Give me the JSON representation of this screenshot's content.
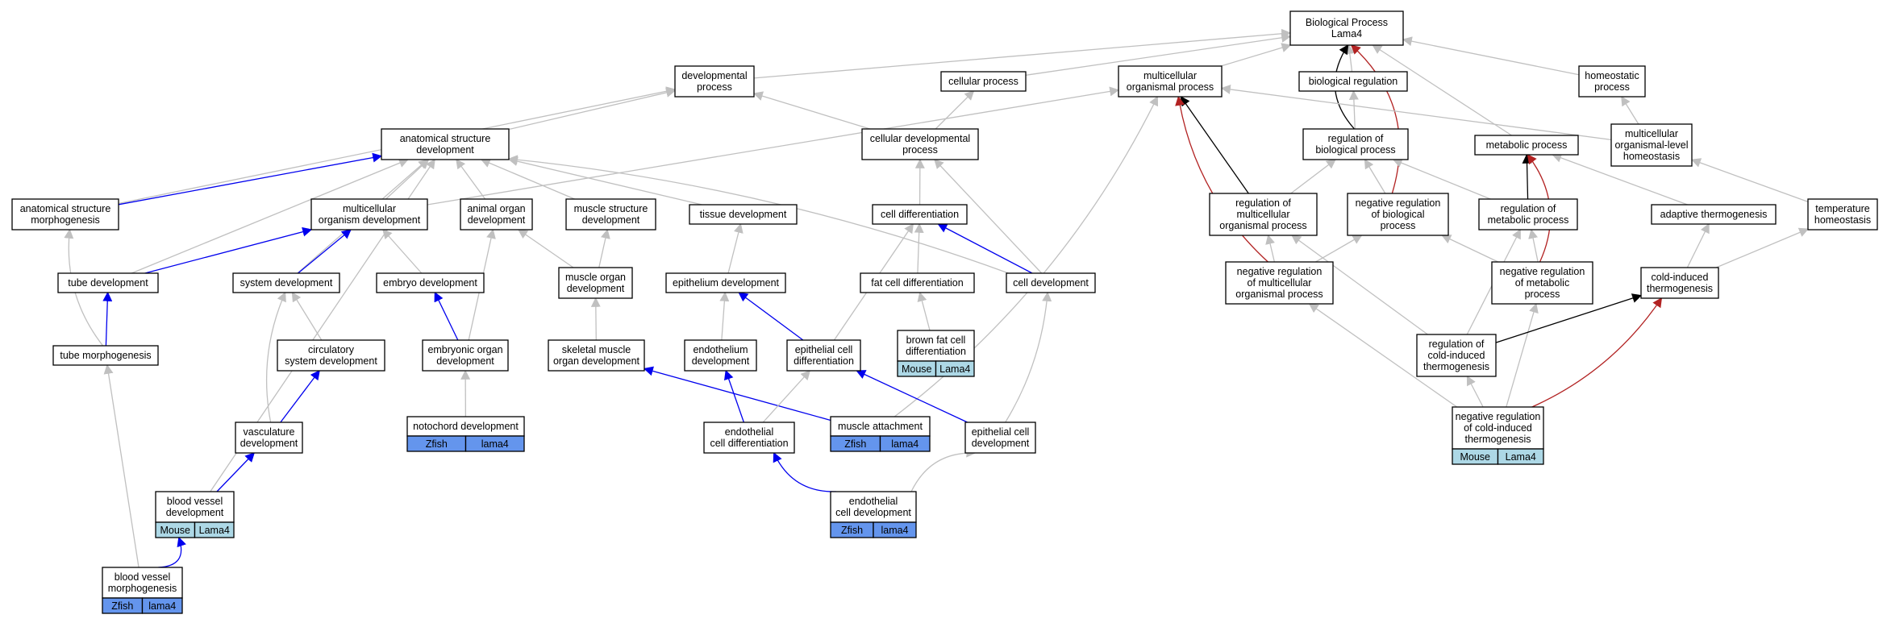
{
  "colors": {
    "is_a": "#c0c0c0",
    "part_of": "#0000ee",
    "regulates": "#000000",
    "negatively_regulates": "#b22222",
    "tag_mouse": "#add8e6",
    "tag_zfish": "#6495ed"
  },
  "nodes": [
    {
      "id": "bp",
      "lines": [
        "Biological Process",
        "Lama4"
      ]
    },
    {
      "id": "dev",
      "lines": [
        "developmental",
        "process"
      ]
    },
    {
      "id": "cellproc",
      "lines": [
        "cellular process"
      ]
    },
    {
      "id": "multi",
      "lines": [
        "multicellular",
        "organismal process"
      ]
    },
    {
      "id": "bioreg",
      "lines": [
        "biological regulation"
      ]
    },
    {
      "id": "homeo",
      "lines": [
        "homeostatic",
        "process"
      ]
    },
    {
      "id": "asd",
      "lines": [
        "anatomical structure",
        "development"
      ]
    },
    {
      "id": "cdp",
      "lines": [
        "cellular developmental",
        "process"
      ]
    },
    {
      "id": "regbio",
      "lines": [
        "regulation of",
        "biological process"
      ]
    },
    {
      "id": "metab",
      "lines": [
        "metabolic process"
      ]
    },
    {
      "id": "mlh",
      "lines": [
        "multicellular",
        "organismal-level",
        "homeostasis"
      ]
    },
    {
      "id": "asm",
      "lines": [
        "anatomical structure",
        "morphogenesis"
      ]
    },
    {
      "id": "mod",
      "lines": [
        "multicellular",
        "organism development"
      ]
    },
    {
      "id": "aod",
      "lines": [
        "animal organ",
        "development"
      ]
    },
    {
      "id": "msd",
      "lines": [
        "muscle structure",
        "development"
      ]
    },
    {
      "id": "tissue",
      "lines": [
        "tissue development"
      ]
    },
    {
      "id": "celldiff",
      "lines": [
        "cell differentiation"
      ]
    },
    {
      "id": "regmulti",
      "lines": [
        "regulation of",
        "multicellular",
        "organismal process"
      ]
    },
    {
      "id": "negregbio",
      "lines": [
        "negative regulation",
        "of biological",
        "process"
      ]
    },
    {
      "id": "regmetab",
      "lines": [
        "regulation of",
        "metabolic process"
      ]
    },
    {
      "id": "adapt",
      "lines": [
        "adaptive thermogenesis"
      ]
    },
    {
      "id": "temphomeo",
      "lines": [
        "temperature",
        "homeostasis"
      ]
    },
    {
      "id": "tubedev",
      "lines": [
        "tube development"
      ]
    },
    {
      "id": "sysdev",
      "lines": [
        "system development"
      ]
    },
    {
      "id": "embryo",
      "lines": [
        "embryo development"
      ]
    },
    {
      "id": "musorg",
      "lines": [
        "muscle organ",
        "development"
      ]
    },
    {
      "id": "epidev",
      "lines": [
        "epithelium development"
      ]
    },
    {
      "id": "fatdiff",
      "lines": [
        "fat cell differentiation"
      ]
    },
    {
      "id": "celldev",
      "lines": [
        "cell development"
      ]
    },
    {
      "id": "negregmulti",
      "lines": [
        "negative regulation",
        "of multicellular",
        "organismal process"
      ]
    },
    {
      "id": "negregmetab",
      "lines": [
        "negative regulation",
        "of metabolic",
        "process"
      ]
    },
    {
      "id": "coldthermo",
      "lines": [
        "cold-induced",
        "thermogenesis"
      ]
    },
    {
      "id": "tubemorph",
      "lines": [
        "tube morphogenesis"
      ]
    },
    {
      "id": "circ",
      "lines": [
        "circulatory",
        "system development"
      ]
    },
    {
      "id": "embryoorg",
      "lines": [
        "embryonic organ",
        "development"
      ]
    },
    {
      "id": "skel",
      "lines": [
        "skeletal muscle",
        "organ development"
      ]
    },
    {
      "id": "endodev",
      "lines": [
        "endothelium",
        "development"
      ]
    },
    {
      "id": "epicelldiff",
      "lines": [
        "epithelial cell",
        "differentiation"
      ]
    },
    {
      "id": "brownfat",
      "lines": [
        "brown fat cell",
        "differentiation"
      ],
      "tags": [
        "Mouse",
        "Lama4"
      ]
    },
    {
      "id": "regcold",
      "lines": [
        "regulation of",
        "cold-induced",
        "thermogenesis"
      ]
    },
    {
      "id": "notochord",
      "lines": [
        "notochord development"
      ],
      "tags": [
        "Zfish",
        "lama4"
      ]
    },
    {
      "id": "vasc",
      "lines": [
        "vasculature",
        "development"
      ]
    },
    {
      "id": "endocelldiff",
      "lines": [
        "endothelial",
        "cell differentiation"
      ]
    },
    {
      "id": "muscleatt",
      "lines": [
        "muscle attachment"
      ],
      "tags": [
        "Zfish",
        "lama4"
      ]
    },
    {
      "id": "epicelldev",
      "lines": [
        "epithelial cell",
        "development"
      ]
    },
    {
      "id": "negregcold",
      "lines": [
        "negative regulation",
        "of cold-induced",
        "thermogenesis"
      ],
      "tags": [
        "Mouse",
        "Lama4"
      ]
    },
    {
      "id": "bvdev",
      "lines": [
        "blood vessel",
        "development"
      ],
      "tags": [
        "Mouse",
        "Lama4"
      ]
    },
    {
      "id": "endocelldev",
      "lines": [
        "endothelial",
        "cell development"
      ],
      "tags": [
        "Zfish",
        "lama4"
      ]
    },
    {
      "id": "bvmorph",
      "lines": [
        "blood vessel",
        "morphogenesis"
      ],
      "tags": [
        "Zfish",
        "lama4"
      ]
    }
  ],
  "edges": [
    {
      "from": "dev",
      "to": "bp",
      "kind": "is_a"
    },
    {
      "from": "cellproc",
      "to": "bp",
      "kind": "is_a"
    },
    {
      "from": "multi",
      "to": "bp",
      "kind": "is_a"
    },
    {
      "from": "bioreg",
      "to": "bp",
      "kind": "is_a"
    },
    {
      "from": "homeo",
      "to": "bp",
      "kind": "is_a"
    },
    {
      "from": "metab",
      "to": "bp",
      "kind": "is_a"
    },
    {
      "from": "regbio",
      "to": "bp",
      "kind": "regulates"
    },
    {
      "from": "negregbio",
      "to": "bp",
      "kind": "negatively_regulates"
    },
    {
      "from": "asd",
      "to": "dev",
      "kind": "is_a"
    },
    {
      "from": "asm",
      "to": "dev",
      "kind": "is_a"
    },
    {
      "from": "cdp",
      "to": "dev",
      "kind": "is_a"
    },
    {
      "from": "cdp",
      "to": "cellproc",
      "kind": "is_a"
    },
    {
      "from": "mod",
      "to": "multi",
      "kind": "is_a"
    },
    {
      "from": "mlh",
      "to": "multi",
      "kind": "is_a"
    },
    {
      "from": "muscleatt",
      "to": "multi",
      "kind": "is_a"
    },
    {
      "from": "regmulti",
      "to": "multi",
      "kind": "regulates"
    },
    {
      "from": "negregmulti",
      "to": "multi",
      "kind": "negatively_regulates"
    },
    {
      "from": "regbio",
      "to": "bioreg",
      "kind": "is_a"
    },
    {
      "from": "mlh",
      "to": "homeo",
      "kind": "is_a"
    },
    {
      "from": "asm",
      "to": "asd",
      "kind": "part_of"
    },
    {
      "from": "tubedev",
      "to": "asd",
      "kind": "is_a"
    },
    {
      "from": "sysdev",
      "to": "asd",
      "kind": "is_a"
    },
    {
      "from": "bvdev",
      "to": "asd",
      "kind": "is_a"
    },
    {
      "from": "mod",
      "to": "asd",
      "kind": "is_a"
    },
    {
      "from": "aod",
      "to": "asd",
      "kind": "is_a"
    },
    {
      "from": "msd",
      "to": "asd",
      "kind": "is_a"
    },
    {
      "from": "tissue",
      "to": "asd",
      "kind": "is_a"
    },
    {
      "from": "celldev",
      "to": "asd",
      "kind": "is_a"
    },
    {
      "from": "celldiff",
      "to": "cdp",
      "kind": "is_a"
    },
    {
      "from": "celldev",
      "to": "cdp",
      "kind": "is_a"
    },
    {
      "from": "regmulti",
      "to": "regbio",
      "kind": "is_a"
    },
    {
      "from": "negregbio",
      "to": "regbio",
      "kind": "is_a"
    },
    {
      "from": "regmetab",
      "to": "regbio",
      "kind": "is_a"
    },
    {
      "from": "regmetab",
      "to": "metab",
      "kind": "regulates"
    },
    {
      "from": "negregmetab",
      "to": "metab",
      "kind": "negatively_regulates"
    },
    {
      "from": "adapt",
      "to": "metab",
      "kind": "is_a"
    },
    {
      "from": "temphomeo",
      "to": "mlh",
      "kind": "is_a"
    },
    {
      "from": "tubemorph",
      "to": "asm",
      "kind": "is_a"
    },
    {
      "from": "tubedev",
      "to": "mod",
      "kind": "part_of"
    },
    {
      "from": "sysdev",
      "to": "mod",
      "kind": "part_of"
    },
    {
      "from": "embryo",
      "to": "mod",
      "kind": "is_a"
    },
    {
      "from": "embryoorg",
      "to": "aod",
      "kind": "is_a"
    },
    {
      "from": "musorg",
      "to": "aod",
      "kind": "is_a"
    },
    {
      "from": "musorg",
      "to": "msd",
      "kind": "is_a"
    },
    {
      "from": "epidev",
      "to": "tissue",
      "kind": "is_a"
    },
    {
      "from": "epicelldiff",
      "to": "celldiff",
      "kind": "is_a"
    },
    {
      "from": "fatdiff",
      "to": "celldiff",
      "kind": "is_a"
    },
    {
      "from": "celldev",
      "to": "celldiff",
      "kind": "part_of"
    },
    {
      "from": "negregmulti",
      "to": "regmulti",
      "kind": "is_a"
    },
    {
      "from": "regcold",
      "to": "regmulti",
      "kind": "is_a"
    },
    {
      "from": "negregmulti",
      "to": "negregbio",
      "kind": "is_a"
    },
    {
      "from": "negregmetab",
      "to": "negregbio",
      "kind": "is_a"
    },
    {
      "from": "negregmetab",
      "to": "regmetab",
      "kind": "is_a"
    },
    {
      "from": "regcold",
      "to": "regmetab",
      "kind": "is_a"
    },
    {
      "from": "coldthermo",
      "to": "adapt",
      "kind": "is_a"
    },
    {
      "from": "coldthermo",
      "to": "temphomeo",
      "kind": "is_a"
    },
    {
      "from": "tubemorph",
      "to": "tubedev",
      "kind": "part_of"
    },
    {
      "from": "circ",
      "to": "sysdev",
      "kind": "is_a"
    },
    {
      "from": "vasc",
      "to": "sysdev",
      "kind": "is_a"
    },
    {
      "from": "embryoorg",
      "to": "embryo",
      "kind": "part_of"
    },
    {
      "from": "skel",
      "to": "musorg",
      "kind": "is_a"
    },
    {
      "from": "endodev",
      "to": "epidev",
      "kind": "is_a"
    },
    {
      "from": "epicelldiff",
      "to": "epidev",
      "kind": "part_of"
    },
    {
      "from": "brownfat",
      "to": "fatdiff",
      "kind": "is_a"
    },
    {
      "from": "epicelldev",
      "to": "celldev",
      "kind": "is_a"
    },
    {
      "from": "negregcold",
      "to": "negregmulti",
      "kind": "is_a"
    },
    {
      "from": "negregcold",
      "to": "negregmetab",
      "kind": "is_a"
    },
    {
      "from": "regcold",
      "to": "coldthermo",
      "kind": "regulates"
    },
    {
      "from": "negregcold",
      "to": "coldthermo",
      "kind": "negatively_regulates"
    },
    {
      "from": "bvmorph",
      "to": "tubemorph",
      "kind": "is_a"
    },
    {
      "from": "vasc",
      "to": "circ",
      "kind": "part_of"
    },
    {
      "from": "notochord",
      "to": "embryoorg",
      "kind": "is_a"
    },
    {
      "from": "muscleatt",
      "to": "skel",
      "kind": "part_of"
    },
    {
      "from": "endocelldiff",
      "to": "endodev",
      "kind": "part_of"
    },
    {
      "from": "endocelldiff",
      "to": "epicelldiff",
      "kind": "is_a"
    },
    {
      "from": "epicelldev",
      "to": "epicelldiff",
      "kind": "part_of"
    },
    {
      "from": "negregcold",
      "to": "regcold",
      "kind": "is_a"
    },
    {
      "from": "bvdev",
      "to": "vasc",
      "kind": "part_of"
    },
    {
      "from": "endocelldev",
      "to": "endocelldiff",
      "kind": "part_of"
    },
    {
      "from": "endocelldev",
      "to": "epicelldev",
      "kind": "is_a"
    },
    {
      "from": "bvmorph",
      "to": "bvdev",
      "kind": "part_of"
    }
  ]
}
